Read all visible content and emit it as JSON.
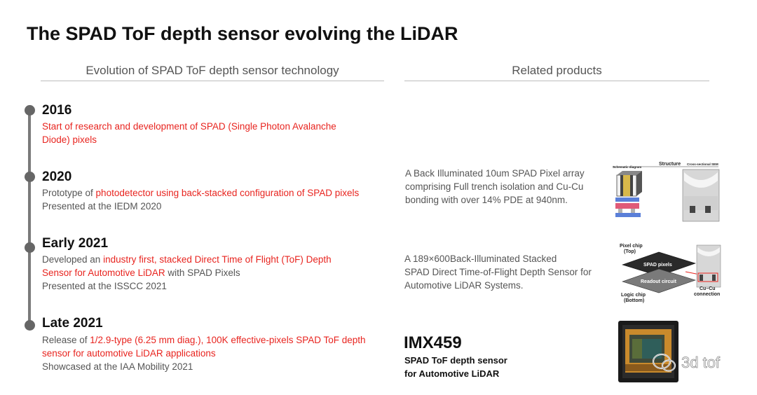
{
  "title": "The SPAD ToF depth sensor evolving the LiDAR",
  "left_header": "Evolution of SPAD ToF depth sensor technology",
  "right_header": "Related products",
  "timeline": [
    {
      "year": "2016",
      "lines": [
        [
          {
            "t": "Start of research and development of SPAD (Single Photon Avalanche",
            "red": true
          }
        ],
        [
          {
            "t": "Diode) pixels",
            "red": true
          }
        ]
      ]
    },
    {
      "year": "2020",
      "lines": [
        [
          {
            "t": "Prototype of ",
            "red": false
          },
          {
            "t": "photodetector using back-stacked configuration of SPAD pixels",
            "red": true
          }
        ],
        [
          {
            "t": "Presented at the IEDM 2020",
            "red": false
          }
        ]
      ]
    },
    {
      "year": "Early 2021",
      "lines": [
        [
          {
            "t": "Developed an ",
            "red": false
          },
          {
            "t": "industry first, stacked Direct Time of Flight (ToF) Depth",
            "red": true
          }
        ],
        [
          {
            "t": "Sensor for Automotive LiDAR",
            "red": true
          },
          {
            "t": " with SPAD Pixels",
            "red": false
          }
        ],
        [
          {
            "t": "Presented at the ISSCC 2021",
            "red": false
          }
        ]
      ]
    },
    {
      "year": "Late 2021",
      "lines": [
        [
          {
            "t": "Release of ",
            "red": false
          },
          {
            "t": "1/2.9-type (6.25 mm diag.), 100K effective-pixels SPAD ToF depth",
            "red": true
          }
        ],
        [
          {
            "t": "sensor for automotive LiDAR applications",
            "red": true
          }
        ],
        [
          {
            "t": "Showcased at the IAA Mobility 2021",
            "red": false
          }
        ]
      ]
    }
  ],
  "products": {
    "p2020": [
      "A Back Illuminated 10um SPAD Pixel array",
      "comprising Full trench isolation and Cu-Cu",
      "bonding with over 14% PDE at 940nm."
    ],
    "p2021": [
      "A 189×600Back-Illuminated Stacked",
      "SPAD Direct Time-of-Flight Depth Sensor for",
      "Automotive LiDAR Systems."
    ],
    "imx_name": "IMX459",
    "imx_sub": [
      "SPAD ToF depth sensor",
      "for Automotive LiDAR"
    ]
  },
  "fig1": {
    "structure": "Structure",
    "schematic": "Schematic diagram",
    "sem": "Cross-sectional SEM"
  },
  "fig2": {
    "pixel_chip": "Pixel chip",
    "top": "(Top)",
    "spad": "SPAD pixels",
    "readout": "Readout circuit",
    "logic_chip": "Logic chip",
    "bottom": "(Bottom)",
    "cucu": "Cu–Cu",
    "connection": "connection"
  },
  "watermark": "3d tof"
}
